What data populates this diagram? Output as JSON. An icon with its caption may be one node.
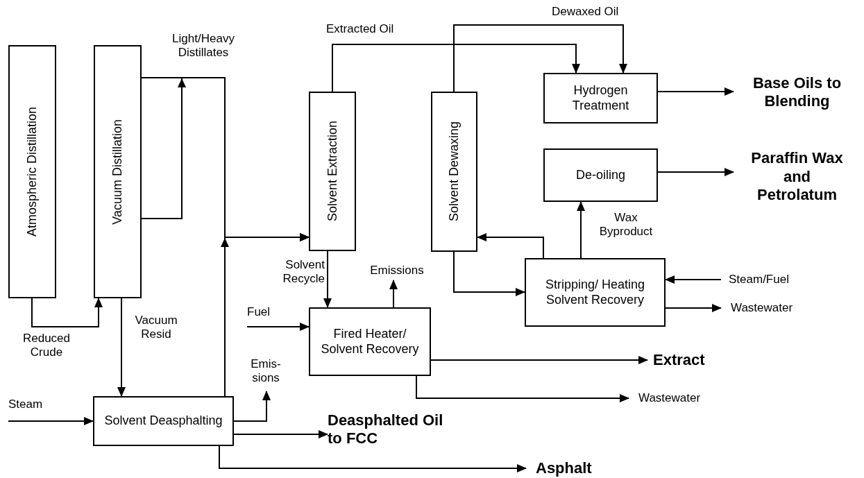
{
  "diagram": {
    "nodes": [
      {
        "text": [
          "Atmospheric Distillation"
        ]
      },
      {
        "text": [
          "Vacuum Distillation"
        ]
      },
      {
        "text": [
          "Solvent Extraction"
        ]
      },
      {
        "text": [
          "Solvent Dewaxing"
        ]
      },
      {
        "text": [
          "Hydrogen Treatment"
        ]
      },
      {
        "text": [
          "De-oiling"
        ]
      },
      {
        "text": [
          "Stripping/ Heating Solvent Recovery"
        ]
      },
      {
        "text": [
          "Fired Heater/ Solvent Recovery"
        ]
      },
      {
        "text": [
          "Solvent Deasphalting"
        ]
      },
      {
        "text": [
          "Base Oils to Blending"
        ]
      },
      {
        "text": [
          "Paraffin Wax and Petrolatum"
        ]
      },
      {
        "text": [
          "Extract"
        ]
      },
      {
        "text": [
          "Deasphalted Oil to FCC"
        ]
      },
      {
        "text": [
          "Asphalt"
        ]
      },
      {
        "text": [
          "Steam/Fuel"
        ]
      },
      {
        "text": [
          "Wastewater"
        ]
      },
      {
        "text": [
          "Wastewater"
        ]
      },
      {
        "text": [
          "Emissions"
        ]
      },
      {
        "text": [
          "Emis- sions"
        ]
      },
      {
        "text": [
          "Fuel"
        ]
      },
      {
        "text": [
          "Steam"
        ]
      }
    ],
    "edges": [
      {
        "from": 0,
        "to": 1,
        "arrow": "to",
        "label": "Reduced Crude"
      },
      {
        "from": 1,
        "to": 2,
        "arrow": "to",
        "label": "Light/Heavy Distillates"
      },
      {
        "from": 1,
        "to": 2,
        "arrow": "to"
      },
      {
        "from": 1,
        "to": 8,
        "arrow": "to",
        "label": "Vacuum Resid"
      },
      {
        "from": 20,
        "to": 8,
        "arrow": "to"
      },
      {
        "from": 8,
        "to": 2,
        "arrow": "to"
      },
      {
        "from": 8,
        "to": 18,
        "arrow": "to"
      },
      {
        "from": 8,
        "to": 12,
        "arrow": "to"
      },
      {
        "from": 8,
        "to": 13,
        "arrow": "to"
      },
      {
        "from": 2,
        "to": 4,
        "arrow": "to",
        "label": "Extracted Oil"
      },
      {
        "from": 3,
        "to": 4,
        "arrow": "to",
        "label": "Dewaxed Oil"
      },
      {
        "from": 2,
        "to": 7,
        "arrow": "to",
        "label": "Solvent Recycle"
      },
      {
        "from": 7,
        "to": 17,
        "arrow": "to"
      },
      {
        "from": 19,
        "to": 7,
        "arrow": "to"
      },
      {
        "from": 7,
        "to": 11,
        "arrow": "to"
      },
      {
        "from": 7,
        "to": 16,
        "arrow": "to"
      },
      {
        "from": 3,
        "to": 6,
        "arrow": "to"
      },
      {
        "from": 6,
        "to": 3,
        "arrow": "to"
      },
      {
        "from": 6,
        "to": 5,
        "arrow": "to",
        "label": "Wax Byproduct"
      },
      {
        "from": 14,
        "to": 6,
        "arrow": "to"
      },
      {
        "from": 6,
        "to": 15,
        "arrow": "to"
      },
      {
        "from": 4,
        "to": 9,
        "arrow": "to"
      },
      {
        "from": 5,
        "to": 10,
        "arrow": "to"
      }
    ]
  }
}
